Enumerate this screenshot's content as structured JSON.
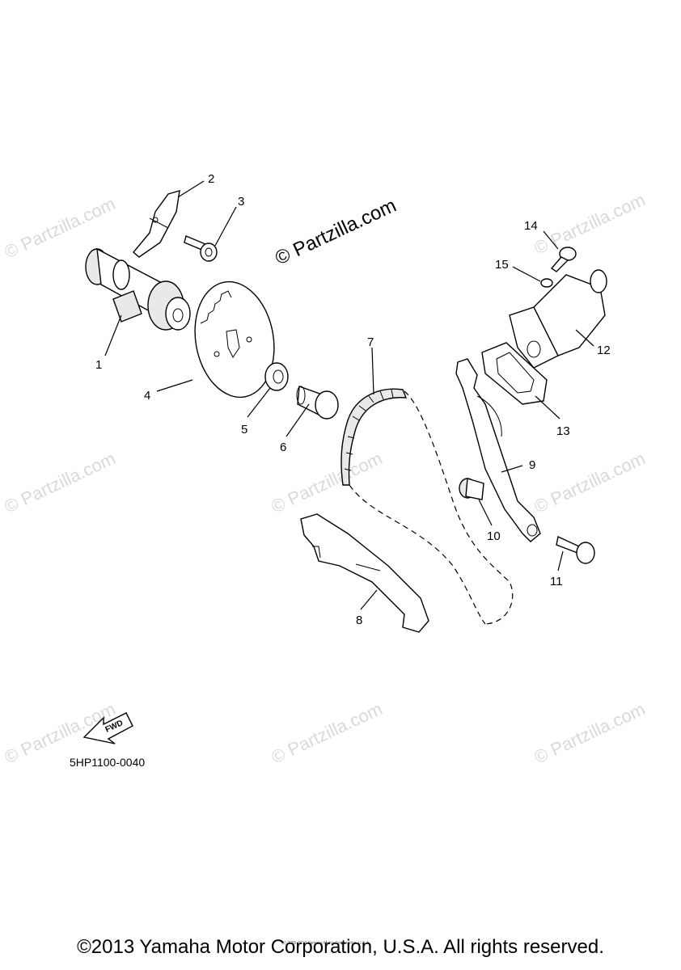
{
  "watermarks": {
    "main": "© Partzilla.com",
    "tile": "© Partzilla.com"
  },
  "callouts": [
    "1",
    "2",
    "3",
    "4",
    "5",
    "6",
    "7",
    "8",
    "9",
    "10",
    "11",
    "12",
    "13",
    "14",
    "15"
  ],
  "fwd_label": "FWD",
  "diagram_code": "5HP1100-0040",
  "small_print": "(c) 2005-2016 Yamaha Motor Corporation, U.S.A.",
  "copyright": "©2013 Yamaha Motor Corporation, U.S.A. All rights reserved."
}
